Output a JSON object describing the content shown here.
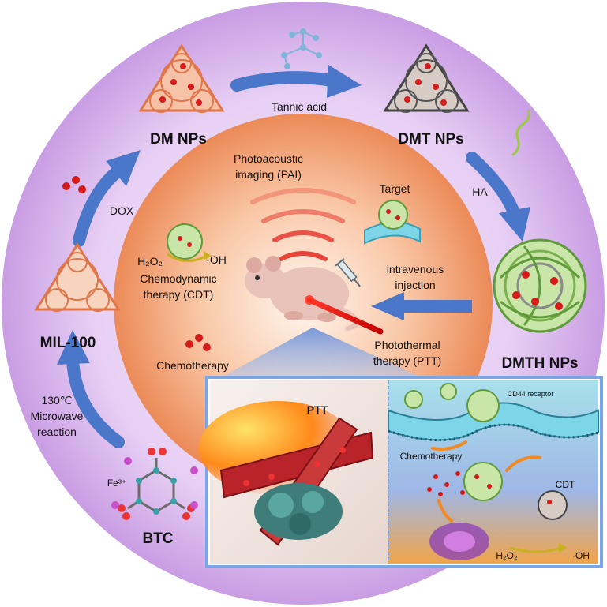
{
  "cycle": {
    "tannic_acid": "Tannic acid",
    "dm_nps": "DM NPs",
    "dmt_nps": "DMT NPs",
    "ha": "HA",
    "dmth_nps": "DMTH NPs",
    "dox": "DOX",
    "mil_100": "MIL-100",
    "temp": "130℃",
    "microwave": "Microwave",
    "reaction": "reaction",
    "fe": "Fe³⁺",
    "btc": "BTC"
  },
  "center": {
    "pai_line1": "Photoacoustic",
    "pai_line2": "imaging (PAI)",
    "target": "Target",
    "h2o2": "H₂O₂",
    "oh": "·OH",
    "cdt_line1": "Chemodynamic",
    "cdt_line2": "therapy (CDT)",
    "iv_line1": "intravenous",
    "iv_line2": "injection",
    "chemo": "Chemotherapy",
    "ptt_line1": "Photothermal",
    "ptt_line2": "therapy (PTT)"
  },
  "inset": {
    "ptt": "PTT",
    "cd44": "CD44 receptor",
    "chemo": "Chemotherapy",
    "cdt": "CDT",
    "h2o2": "H₂O₂",
    "oh": "·OH"
  },
  "colors": {
    "outer_ring": "#d9b8ec",
    "inner_core": "#f2a070",
    "arrow": "#4a77c9",
    "inset_border": "#7aa6e6",
    "drug": "#d61a1a",
    "mof_orange": "#e98a5e"
  }
}
